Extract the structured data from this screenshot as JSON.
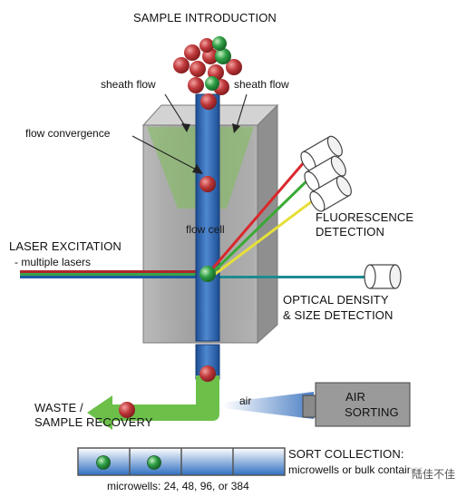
{
  "labels": {
    "sample_introduction": "SAMPLE INTRODUCTION",
    "sheath_flow_left": "sheath flow",
    "sheath_flow_right": "sheath flow",
    "flow_convergence": "flow convergence",
    "flow_cell": "flow cell",
    "fluorescence_line1": "FLUORESCENCE",
    "fluorescence_line2": "DETECTION",
    "laser_line1": "LASER EXCITATION",
    "laser_line2": "- multiple lasers",
    "optical_line1": "OPTICAL DENSITY",
    "optical_line2": "& SIZE DETECTION",
    "waste_line1": "WASTE /",
    "waste_line2": "SAMPLE RECOVERY",
    "air": "air",
    "air_sorting_line1": "AIR",
    "air_sorting_line2": "SORTING",
    "sort_collection_line1": "SORT COLLECTION:",
    "sort_collection_line2": "microwells or bulk container",
    "microwells": "microwells: 24, 48, 96, or 384",
    "watermark": "陆佳不佳"
  },
  "colors": {
    "red_cell": "#c0393b",
    "green_cell": "#2e9e45",
    "stream_blue": "#2a5fa8",
    "sheath_green": "#7fbf5a",
    "waste_green": "#6cc04a",
    "housing_gray": "#a9a9a9",
    "laser_red": "#b0262a",
    "laser_green": "#3aa24a",
    "laser_blue": "#1f5aa0",
    "laser_teal": "#1d8a8f",
    "fluor_red": "#d9282c",
    "fluor_green": "#3aaa35",
    "fluor_yellow": "#e6df3a"
  }
}
